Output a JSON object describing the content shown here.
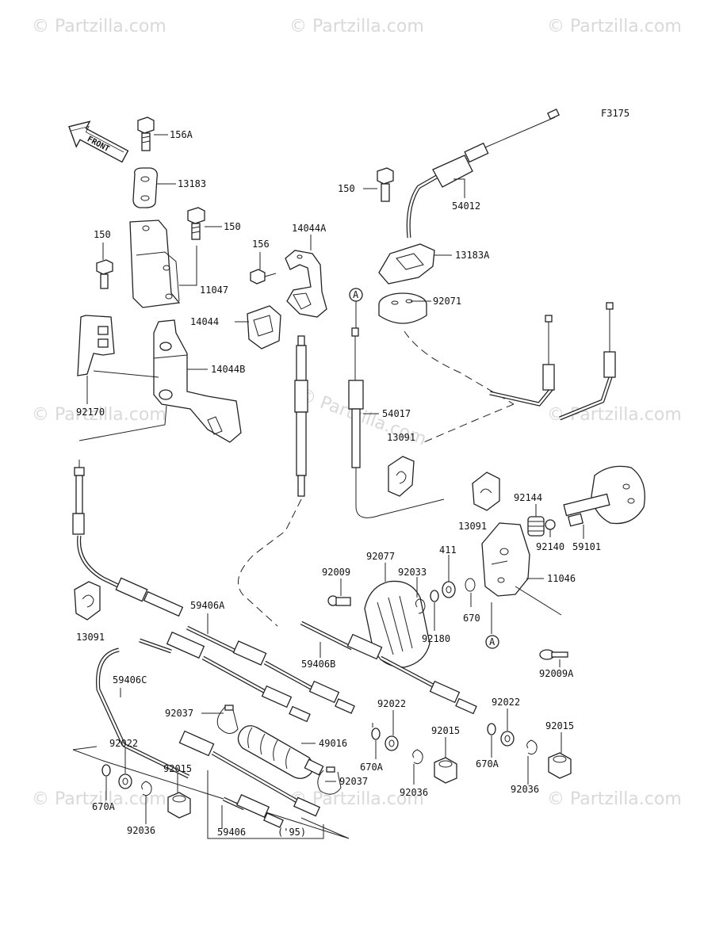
{
  "figure_code": "F3175",
  "front_label": "FRONT",
  "watermark": "© Partzilla.com",
  "callout_a": "A",
  "labels": {
    "p156A": "156A",
    "p13183": "13183",
    "p150a": "150",
    "p150b": "150",
    "p150c": "150",
    "p11047": "11047",
    "p156": "156",
    "p14044A": "14044A",
    "p14044": "14044",
    "p14044B": "14044B",
    "p92170": "92170",
    "p54012": "54012",
    "p13183A": "13183A",
    "p92071": "92071",
    "p54017": "54017",
    "p13091a": "13091",
    "p13091b": "13091",
    "p13091c": "13091",
    "p92144": "92144",
    "p92140": "92140",
    "p59101": "59101",
    "p11046": "11046",
    "p92077": "92077",
    "p411": "411",
    "p92009": "92009",
    "p92033": "92033",
    "p670": "670",
    "p92180": "92180",
    "p92009A": "92009A",
    "p59406A": "59406A",
    "p59406B": "59406B",
    "p59406C": "59406C",
    "p92037a": "92037",
    "p92037b": "92037",
    "p49016": "49016",
    "p92022a": "92022",
    "p92022b": "92022",
    "p92022c": "92022",
    "p92015a": "92015",
    "p92015b": "92015",
    "p92015c": "92015",
    "p670Aa": "670A",
    "p670Ab": "670A",
    "p670Ac": "670A",
    "p92036a": "92036",
    "p92036b": "92036",
    "p92036c": "92036",
    "p59406": "59406",
    "p95": "('95)"
  }
}
